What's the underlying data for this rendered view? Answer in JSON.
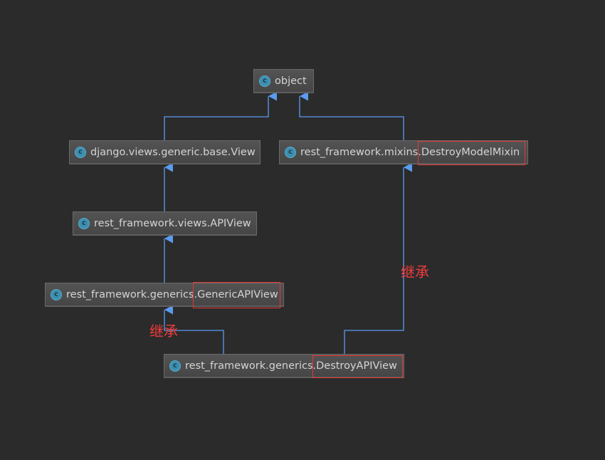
{
  "diagram": {
    "nodes": {
      "object": {
        "icon": "class-icon",
        "icon_letter": "c",
        "label": "object"
      },
      "view": {
        "icon": "class-icon",
        "icon_letter": "c",
        "label": "django.views.generic.base.View"
      },
      "destroy_mixin": {
        "icon": "class-icon",
        "icon_letter": "c",
        "label": "rest_framework.mixins.DestroyModelMixin"
      },
      "apiview": {
        "icon": "class-icon",
        "icon_letter": "c",
        "label": "rest_framework.views.APIView"
      },
      "generic_apiview": {
        "icon": "class-icon",
        "icon_letter": "c",
        "label": "rest_framework.generics.GenericAPIView"
      },
      "destroy_apiview": {
        "icon": "class-icon",
        "icon_letter": "c",
        "label": "rest_framework.generics.DestroyAPIView"
      }
    },
    "edges": [
      {
        "from": "view",
        "to": "object"
      },
      {
        "from": "destroy_mixin",
        "to": "object"
      },
      {
        "from": "apiview",
        "to": "view"
      },
      {
        "from": "generic_apiview",
        "to": "apiview"
      },
      {
        "from": "destroy_apiview",
        "to": "generic_apiview"
      },
      {
        "from": "destroy_apiview",
        "to": "destroy_mixin"
      }
    ],
    "annotations": {
      "inherit_left": "继承",
      "inherit_right": "继承"
    },
    "colors": {
      "background": "#2b2b2b",
      "edge": "#5b9bf0",
      "highlight": "#e53935",
      "annotation": "#f03c3c",
      "class_icon": "#3d8fb0"
    }
  }
}
